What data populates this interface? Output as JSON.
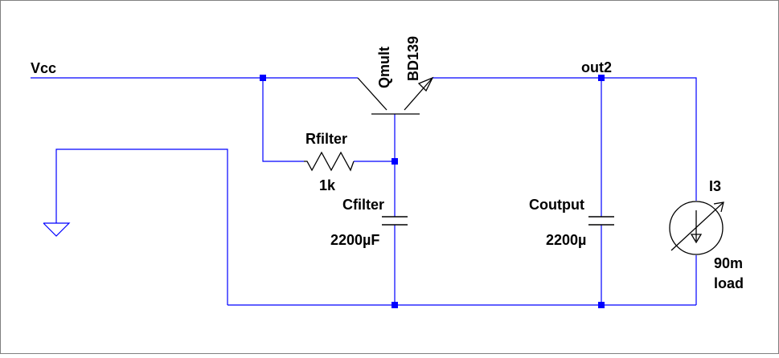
{
  "colors": {
    "wire": "#0000ff",
    "junction": "#0000ff",
    "component": "#000000",
    "label": "#000000",
    "frame": "#808080",
    "background": "#ffffff"
  },
  "nets": {
    "vcc": "Vcc",
    "out2": "out2"
  },
  "components": {
    "transistor": {
      "name": "Qmult",
      "value": "BD139"
    },
    "resistor": {
      "name": "Rfilter",
      "value": "1k"
    },
    "cfilter": {
      "name": "Cfilter",
      "value": "2200µF"
    },
    "coutput": {
      "name": "Coutput",
      "value": "2200µ"
    },
    "source": {
      "name": "I3",
      "value": "90m",
      "extra": "load"
    }
  },
  "icons": {
    "ground": "ground-icon",
    "current-source": "current-source-icon",
    "npn-transistor": "npn-transistor-icon"
  }
}
